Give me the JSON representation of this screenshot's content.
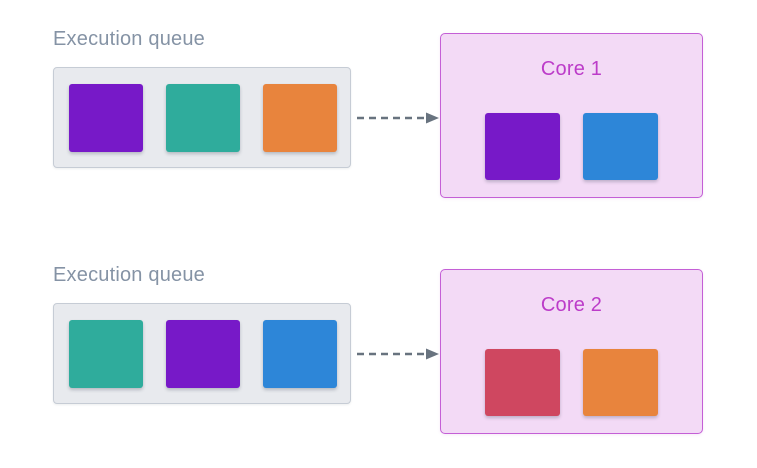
{
  "colors": {
    "background": "#ffffff",
    "label_text": "#8593a5",
    "queue_fill": "#e8eaee",
    "queue_border": "#c6ccd5",
    "core_fill": "#f3daf6",
    "core_border": "#c45fd6",
    "core_label_text": "#bc3cc9",
    "arrow": "#68737f"
  },
  "rows": [
    {
      "queue": {
        "label": "Execution queue",
        "tasks": [
          {
            "name": "purple",
            "color": "#7719c8"
          },
          {
            "name": "teal",
            "color": "#2fac9c"
          },
          {
            "name": "orange",
            "color": "#e8843d"
          }
        ]
      },
      "arrow_icon": "dashed-right-arrow",
      "core": {
        "label": "Core 1",
        "tasks": [
          {
            "name": "purple",
            "color": "#7719c8"
          },
          {
            "name": "blue",
            "color": "#2d86d8"
          }
        ]
      }
    },
    {
      "queue": {
        "label": "Execution queue",
        "tasks": [
          {
            "name": "teal",
            "color": "#2fac9c"
          },
          {
            "name": "purple",
            "color": "#7719c8"
          },
          {
            "name": "blue",
            "color": "#2d86d8"
          }
        ]
      },
      "arrow_icon": "dashed-right-arrow",
      "core": {
        "label": "Core 2",
        "tasks": [
          {
            "name": "crimson",
            "color": "#cf4760"
          },
          {
            "name": "orange",
            "color": "#e8843d"
          }
        ]
      }
    }
  ]
}
